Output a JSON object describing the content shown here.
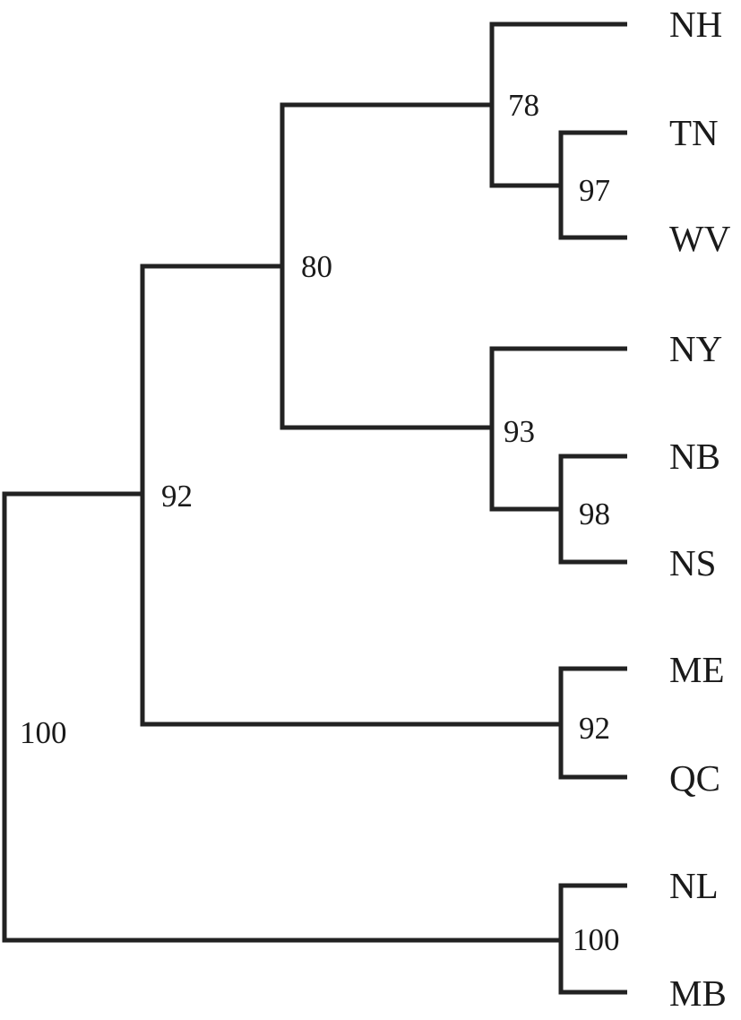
{
  "tree": {
    "leaves": [
      "NH",
      "TN",
      "WV",
      "NY",
      "NB",
      "NS",
      "ME",
      "QC",
      "NL",
      "MB"
    ],
    "clades": [
      {
        "members": [
          "TN",
          "WV"
        ],
        "support": "97"
      },
      {
        "members": [
          "NH",
          "TN",
          "WV"
        ],
        "support": "78"
      },
      {
        "members": [
          "NB",
          "NS"
        ],
        "support": "98"
      },
      {
        "members": [
          "NY",
          "NB",
          "NS"
        ],
        "support": "93"
      },
      {
        "members": [
          "NH",
          "TN",
          "WV",
          "NY",
          "NB",
          "NS"
        ],
        "support": "80"
      },
      {
        "members": [
          "ME",
          "QC"
        ],
        "support": "92"
      },
      {
        "members": [
          "NH",
          "TN",
          "WV",
          "NY",
          "NB",
          "NS",
          "ME",
          "QC"
        ],
        "support": "92"
      },
      {
        "members": [
          "NL",
          "MB"
        ],
        "support": "100"
      },
      {
        "members": [
          "NH",
          "TN",
          "WV",
          "NY",
          "NB",
          "NS",
          "ME",
          "QC",
          "NL",
          "MB"
        ],
        "support": "100"
      }
    ]
  }
}
